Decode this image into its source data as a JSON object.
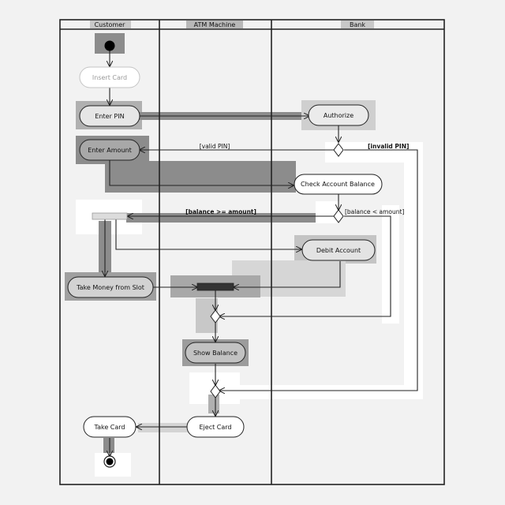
{
  "swimlanes": [
    {
      "id": "customer",
      "title": "Customer"
    },
    {
      "id": "atm",
      "title": "ATM Machine"
    },
    {
      "id": "bank",
      "title": "Bank"
    }
  ],
  "actions": {
    "insert_card": "Insert Card",
    "enter_pin": "Enter PIN",
    "authorize": "Authorize",
    "enter_amount": "Enter Amount",
    "check_balance": "Check Account Balance",
    "debit_account": "Debit Account",
    "take_money": "Take Money from Slot",
    "show_balance": "Show Balance",
    "eject_card": "Eject Card",
    "take_card": "Take Card"
  },
  "guards": {
    "valid_pin": "[valid PIN]",
    "invalid_pin": "[invalid PIN]",
    "balance_ok": "[balance >= amount]",
    "balance_low": "[balance < amount]"
  },
  "colors": {
    "background": "#f2f2f2",
    "line": "#222222",
    "node_fill": "#ffffff",
    "highlight_dark": "#8c8c8c",
    "highlight_mid": "#b0b0b0",
    "highlight_light": "#cfcfcf",
    "header_fill": "#c8c8c8"
  }
}
